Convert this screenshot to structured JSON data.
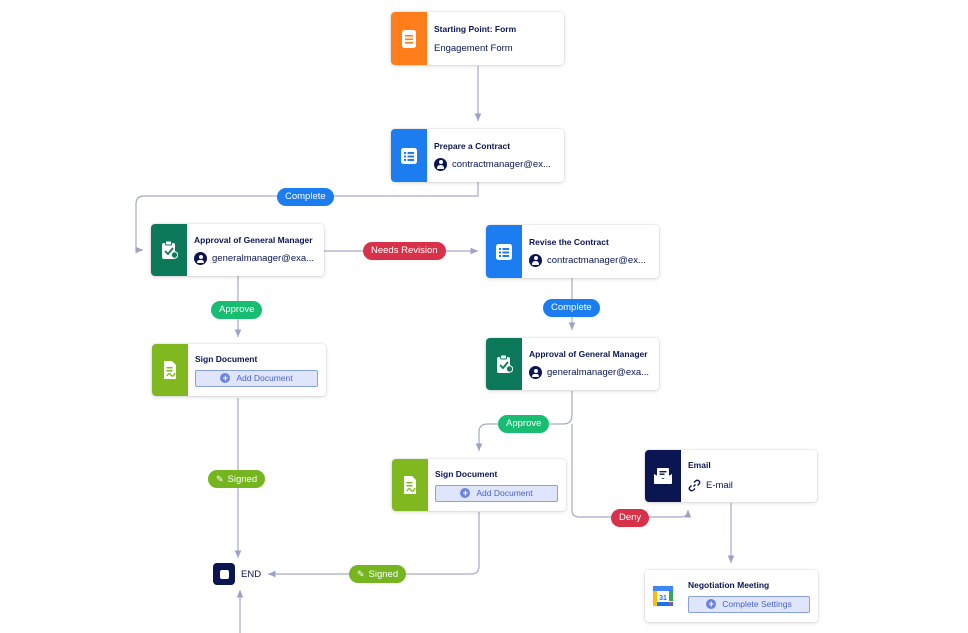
{
  "colors": {
    "form": "#ff7d1a",
    "task": "#1b7df0",
    "approval": "#0c7a5a",
    "sign": "#7fb81f",
    "email": "#0a1551",
    "connector": "#a6a9c9",
    "pill_blue": "#1b7df0",
    "pill_red": "#d8324a",
    "pill_green": "#18bd72",
    "pill_lime": "#75b51f"
  },
  "nodes": {
    "start": {
      "title": "Starting Point: Form",
      "subtitle": "Engagement Form",
      "icon": "form-icon"
    },
    "prepare": {
      "title": "Prepare a Contract",
      "assignee": "contractmanager@ex...",
      "icon": "task-list-icon"
    },
    "approval1": {
      "title": "Approval of General Manager",
      "assignee": "generalmanager@exa...",
      "icon": "approval-icon"
    },
    "revise": {
      "title": "Revise the Contract",
      "assignee": "contractmanager@ex...",
      "icon": "task-list-icon"
    },
    "approval2": {
      "title": "Approval of General Manager",
      "assignee": "generalmanager@exa...",
      "icon": "approval-icon"
    },
    "sign1": {
      "title": "Sign Document",
      "button": "Add Document",
      "icon": "sign-document-icon"
    },
    "sign2": {
      "title": "Sign Document",
      "button": "Add Document",
      "icon": "sign-document-icon"
    },
    "email": {
      "title": "Email",
      "subtitle": "E-mail",
      "icon": "envelope-icon"
    },
    "meeting": {
      "title": "Negotiation Meeting",
      "button": "Complete Settings",
      "icon": "calendar-icon",
      "calendar_day": "31"
    },
    "end": {
      "label": "END"
    }
  },
  "edges": {
    "complete1": "Complete",
    "needs_revision": "Needs Revision",
    "approve1": "Approve",
    "complete2": "Complete",
    "approve2": "Approve",
    "deny": "Deny",
    "signed1": "Signed",
    "signed2": "Signed"
  }
}
